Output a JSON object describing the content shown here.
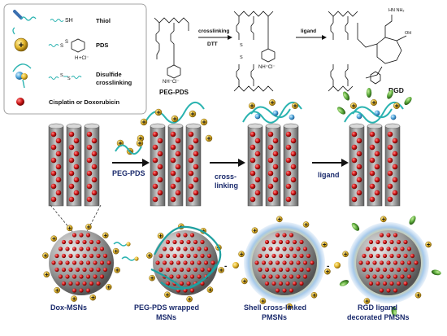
{
  "legend": {
    "thiol": "Thiol",
    "thiol_formula": "SH",
    "pds": "PDS",
    "pds_formula_h": "H",
    "pds_formula_cl": "+Cl⁻",
    "disulfide": "Disulfide crosslinking",
    "drug": "Cisplatin or Doxorubicin"
  },
  "chem": {
    "crosslinking_label": "crosslinking",
    "dtt_label": "DTT",
    "ligand_label": "ligand",
    "peg_pds_name": "PEG-PDS",
    "rgd_name": "RGD",
    "nh_cl_1": "NH⁺Cl⁻",
    "nh_cl_2": "NH⁺Cl⁻"
  },
  "middle_row": {
    "step1": "PEG-PDS",
    "step2_line1": "cross-",
    "step2_line2": "linking",
    "step3": "ligand"
  },
  "bottom_row": {
    "dox_msns": "Dox-MSNs",
    "wrapped_line1": "PEG-PDS wrapped",
    "wrapped_line2": "MSNs",
    "shell_line1": "Shell cross-linked",
    "shell_line2": "PMSNs",
    "rgd_line1": "RGD ligand",
    "rgd_line2": "decorated PMSNs",
    "minus": "-"
  },
  "colors": {
    "label_navy": "#1a2a6c",
    "drug_red": "#c0141a",
    "pds_yellow": "#e3b52a",
    "chain_teal": "#2ab3b0",
    "ligand_green": "#5aa83a",
    "rod_gray": "#8c8c8c",
    "shell_blue": "#bcd6ee"
  }
}
